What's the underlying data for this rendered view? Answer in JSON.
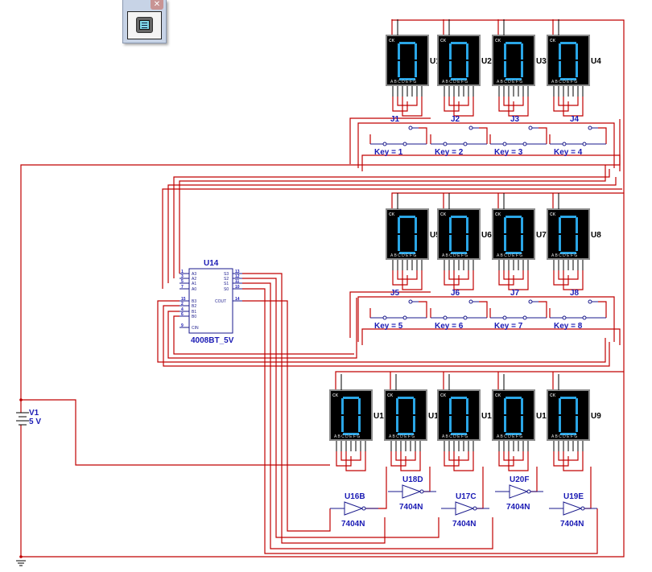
{
  "window": {
    "close_glyph": "✕",
    "tool_icon": "instruments-icon"
  },
  "colors": {
    "wire": "#c00000",
    "pin": "#1a1a8c",
    "label": "#1a1ab4",
    "display_bg": "#000000",
    "display_border": "#8c8c8c",
    "segment": "#2aa6e6"
  },
  "displays": [
    {
      "ref": "U1",
      "digit": "0",
      "pins": "ABCDEFG",
      "ck": "CK"
    },
    {
      "ref": "U2",
      "digit": "0",
      "pins": "ABCDEFG",
      "ck": "CK"
    },
    {
      "ref": "U3",
      "digit": "0",
      "pins": "ABCDEFG",
      "ck": "CK"
    },
    {
      "ref": "U4",
      "digit": "0",
      "pins": "ABCDEFG",
      "ck": "CK"
    },
    {
      "ref": "U5",
      "digit": "0",
      "pins": "ABCDEFG",
      "ck": "CK"
    },
    {
      "ref": "U6",
      "digit": "0",
      "pins": "ABCDEFG",
      "ck": "CK"
    },
    {
      "ref": "U7",
      "digit": "0",
      "pins": "ABCDEFG",
      "ck": "CK"
    },
    {
      "ref": "U8",
      "digit": "0",
      "pins": "ABCDEFG",
      "ck": "CK"
    },
    {
      "ref": "U1",
      "digit": "0",
      "pins": "ABCDEFG",
      "ck": "CK"
    },
    {
      "ref": "U1",
      "digit": "0",
      "pins": "ABCDEFG",
      "ck": "CK"
    },
    {
      "ref": "U1",
      "digit": "0",
      "pins": "ABCDEFG",
      "ck": "CK"
    },
    {
      "ref": "U1",
      "digit": "0",
      "pins": "ABCDEFG",
      "ck": "CK"
    },
    {
      "ref": "U9",
      "digit": "0",
      "pins": "ABCDEFG",
      "ck": "CK"
    }
  ],
  "switches": [
    {
      "ref": "J1",
      "key": "Key = 1"
    },
    {
      "ref": "J2",
      "key": "Key = 2"
    },
    {
      "ref": "J3",
      "key": "Key = 3"
    },
    {
      "ref": "J4",
      "key": "Key = 4"
    },
    {
      "ref": "J5",
      "key": "Key = 5"
    },
    {
      "ref": "J6",
      "key": "Key = 6"
    },
    {
      "ref": "J7",
      "key": "Key = 7"
    },
    {
      "ref": "J8",
      "key": "Key = 8"
    }
  ],
  "adder": {
    "ref": "U14",
    "part": "4008BT_5V",
    "left_pins": [
      {
        "num": "1",
        "name": "A3"
      },
      {
        "num": "3",
        "name": "A2"
      },
      {
        "num": "5",
        "name": "A1"
      },
      {
        "num": "7",
        "name": "A0"
      },
      {
        "num": "15",
        "name": "B3"
      },
      {
        "num": "2",
        "name": "B2"
      },
      {
        "num": "4",
        "name": "B1"
      },
      {
        "num": "6",
        "name": "B0"
      },
      {
        "num": "9",
        "name": "CIN"
      }
    ],
    "right_pins": [
      {
        "num": "13",
        "name": "S3"
      },
      {
        "num": "12",
        "name": "S2"
      },
      {
        "num": "11",
        "name": "S1"
      },
      {
        "num": "10",
        "name": "S0"
      },
      {
        "num": "14",
        "name": "COUT"
      }
    ]
  },
  "inverters": [
    {
      "ref": "U16B",
      "part": "7404N"
    },
    {
      "ref": "U18D",
      "part": "7404N"
    },
    {
      "ref": "U17C",
      "part": "7404N"
    },
    {
      "ref": "U20F",
      "part": "7404N"
    },
    {
      "ref": "U19E",
      "part": "7404N"
    }
  ],
  "source": {
    "ref": "V1",
    "value": "5 V"
  }
}
